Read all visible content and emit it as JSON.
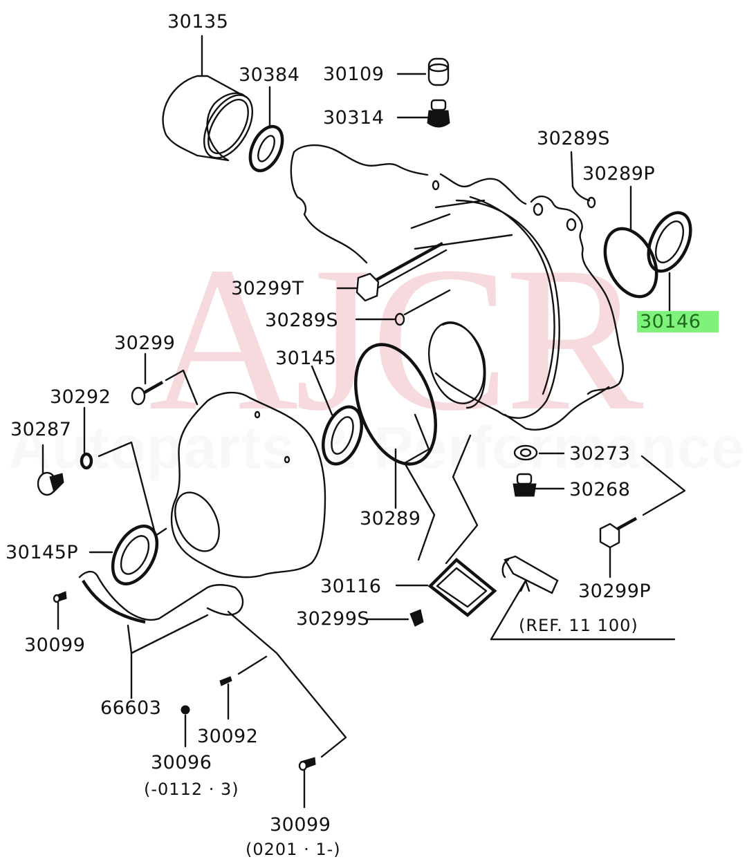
{
  "watermark": {
    "main": "AJCR",
    "sub": "Autoparts & Performance",
    "main_color": "#e68c96",
    "sub_color": "#c8c8c8"
  },
  "highlight": {
    "part": "30146",
    "background": "#7ef27a",
    "text_color": "#1d6a1d"
  },
  "parts": {
    "p30135": "30135",
    "p30384": "30384",
    "p30109": "30109",
    "p30314": "30314",
    "p30289S_top": "30289S",
    "p30289P": "30289P",
    "p30146": "30146",
    "p30299T": "30299T",
    "p30289S_mid": "30289S",
    "p30299": "30299",
    "p30145": "30145",
    "p30292": "30292",
    "p30287": "30287",
    "p30273": "30273",
    "p30268": "30268",
    "p30289": "30289",
    "p30145P": "30145P",
    "p30116": "30116",
    "p30299P": "30299P",
    "p30299S": "30299S",
    "p30099_left": "30099",
    "p66603": "66603",
    "p30092": "30092",
    "p30096": "30096",
    "p30099_bottom": "30099"
  },
  "notes": {
    "ref": "(REF. 11 100)",
    "p30096_range": "(-0112 · 3)",
    "p30099_range": "(0201 · 1-)"
  }
}
